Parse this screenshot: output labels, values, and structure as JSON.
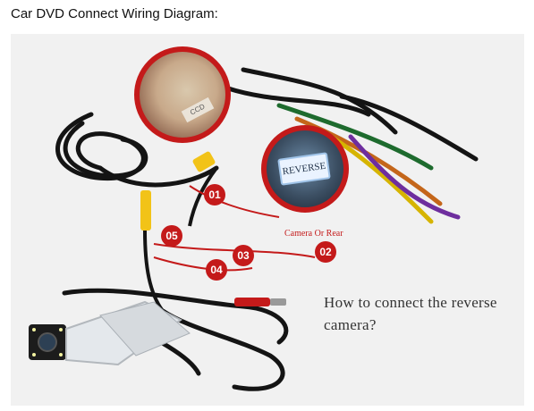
{
  "page": {
    "title": "Car DVD Connect Wiring Diagram:"
  },
  "diagram": {
    "zoom_top_label": "CCD",
    "zoom_mid_label": "REVERSE",
    "badges": [
      "01",
      "02",
      "03",
      "04",
      "05"
    ],
    "camera_label": "Camera Or Rear",
    "question": "How to connect the reverse camera?"
  },
  "colors": {
    "badge_red": "#c41a1a",
    "connector_yellow": "#f2c318",
    "cable_black": "#141414"
  }
}
